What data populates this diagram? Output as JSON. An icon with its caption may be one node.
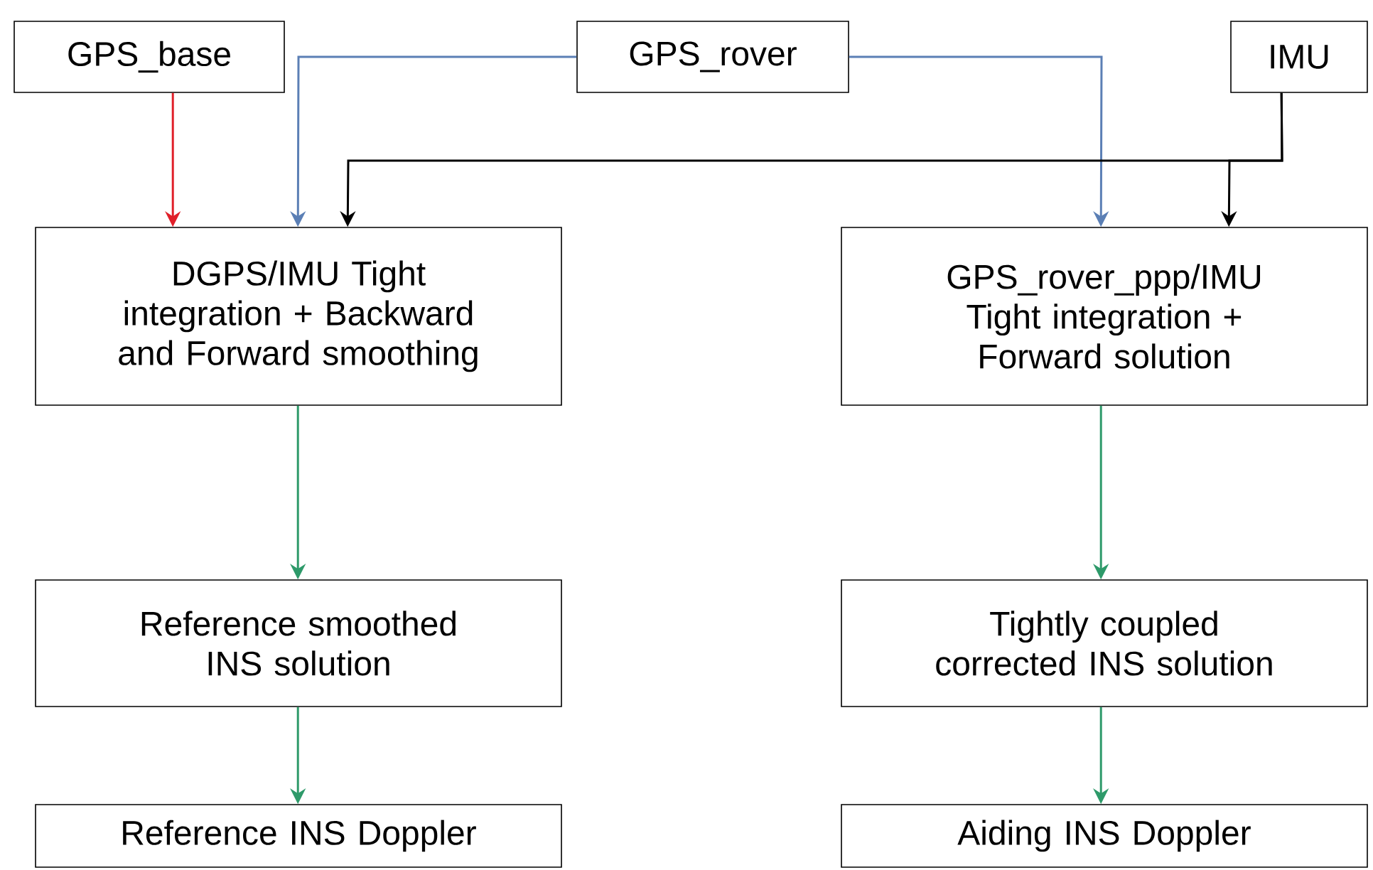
{
  "diagram": {
    "nodes": [
      {
        "text": [
          "GPS_base"
        ]
      },
      {
        "text": [
          "GPS_rover"
        ]
      },
      {
        "text": [
          "IMU"
        ]
      },
      {
        "text": [
          "DGPS/IMU Tight integration + Backward and Forward smoothing"
        ]
      },
      {
        "text": [
          "GPS_rover_ppp/IMU Tight integration + Forward solution"
        ]
      },
      {
        "text": [
          "Reference smoothed INS solution"
        ]
      },
      {
        "text": [
          "Tightly coupled corrected INS solution"
        ]
      },
      {
        "text": [
          "Reference INS Doppler"
        ]
      },
      {
        "text": [
          "Aiding INS Doppler"
        ]
      }
    ],
    "edges": [
      {
        "from": 0,
        "to": 3,
        "arrow": "to",
        "color": "#e0202a"
      },
      {
        "from": 1,
        "to": 3,
        "arrow": "to",
        "color": "#5b7fb5"
      },
      {
        "from": 1,
        "to": 4,
        "arrow": "to",
        "color": "#5b7fb5"
      },
      {
        "from": 2,
        "to": 3,
        "arrow": "to",
        "color": "#000000"
      },
      {
        "from": 2,
        "to": 4,
        "arrow": "to",
        "color": "#000000"
      },
      {
        "from": 3,
        "to": 5,
        "arrow": "to"
      },
      {
        "from": 4,
        "to": 6,
        "arrow": "to"
      },
      {
        "from": 5,
        "to": 7,
        "arrow": "to"
      },
      {
        "from": 6,
        "to": 8,
        "arrow": "to"
      }
    ]
  }
}
